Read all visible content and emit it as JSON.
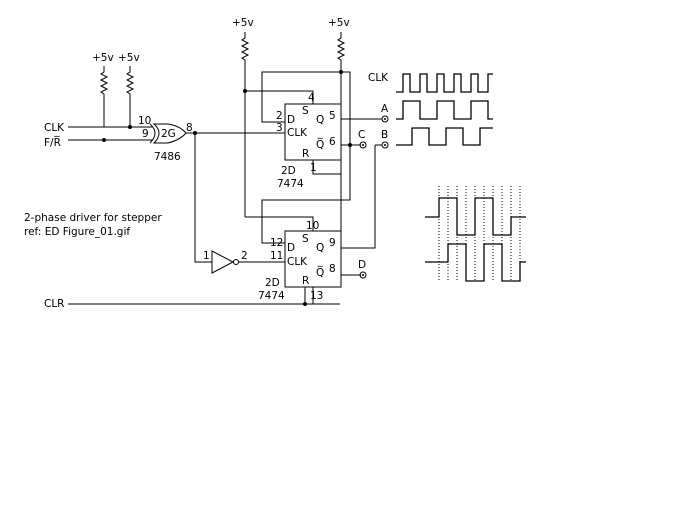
{
  "supply": {
    "vcc_label": "+5v"
  },
  "inputs": {
    "clk": "CLK",
    "fr": "F/R̅",
    "clr": "CLR"
  },
  "xor_gate": {
    "name": "2G",
    "part": "7486",
    "pin_a": "10",
    "pin_b": "9",
    "pin_out": "8"
  },
  "inverter": {
    "pin_in": "1",
    "pin_out": "2"
  },
  "flipflop_top": {
    "name": "2D",
    "part": "7474",
    "pin_s": "4",
    "pin_d": "2",
    "pin_clk": "3",
    "pin_q": "5",
    "pin_qbar": "6",
    "pin_r": "1",
    "lbl_s": "S",
    "lbl_d": "D",
    "lbl_clk": "CLK",
    "lbl_q": "Q",
    "lbl_qbar": "Q̅",
    "lbl_r": "R"
  },
  "flipflop_bottom": {
    "name": "2D",
    "part": "7474",
    "pin_s": "10",
    "pin_d": "12",
    "pin_clk": "11",
    "pin_q": "9",
    "pin_qbar": "8",
    "pin_r": "13",
    "lbl_s": "S",
    "lbl_d": "D",
    "lbl_clk": "CLK",
    "lbl_q": "Q",
    "lbl_qbar": "Q̅",
    "lbl_r": "R"
  },
  "outputs": {
    "a": "A",
    "b": "B",
    "c": "C",
    "d": "D"
  },
  "waveform_label": "CLK",
  "note": {
    "line1": "2-phase driver for stepper",
    "line2": "ref: ED Figure_01.gif"
  }
}
